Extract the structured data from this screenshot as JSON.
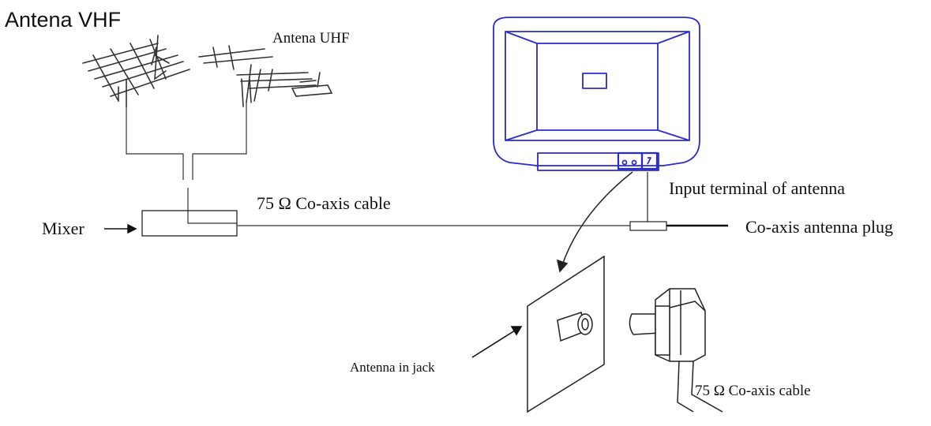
{
  "labels": {
    "antenna_vhf": "Antena VHF",
    "antenna_uhf": "Antena UHF",
    "coax_cable_top": "75 Ω Co-axis cable",
    "mixer": "Mixer",
    "input_terminal": "Input terminal of antenna",
    "coax_plug": "Co-axis antenna plug",
    "antenna_in_jack": "Antenna in jack",
    "coax_cable_bottom": "75 Ω Co-axis cable"
  },
  "colors": {
    "line": "#222222",
    "tv_outline": "#2a2ad0",
    "background": "#ffffff"
  }
}
